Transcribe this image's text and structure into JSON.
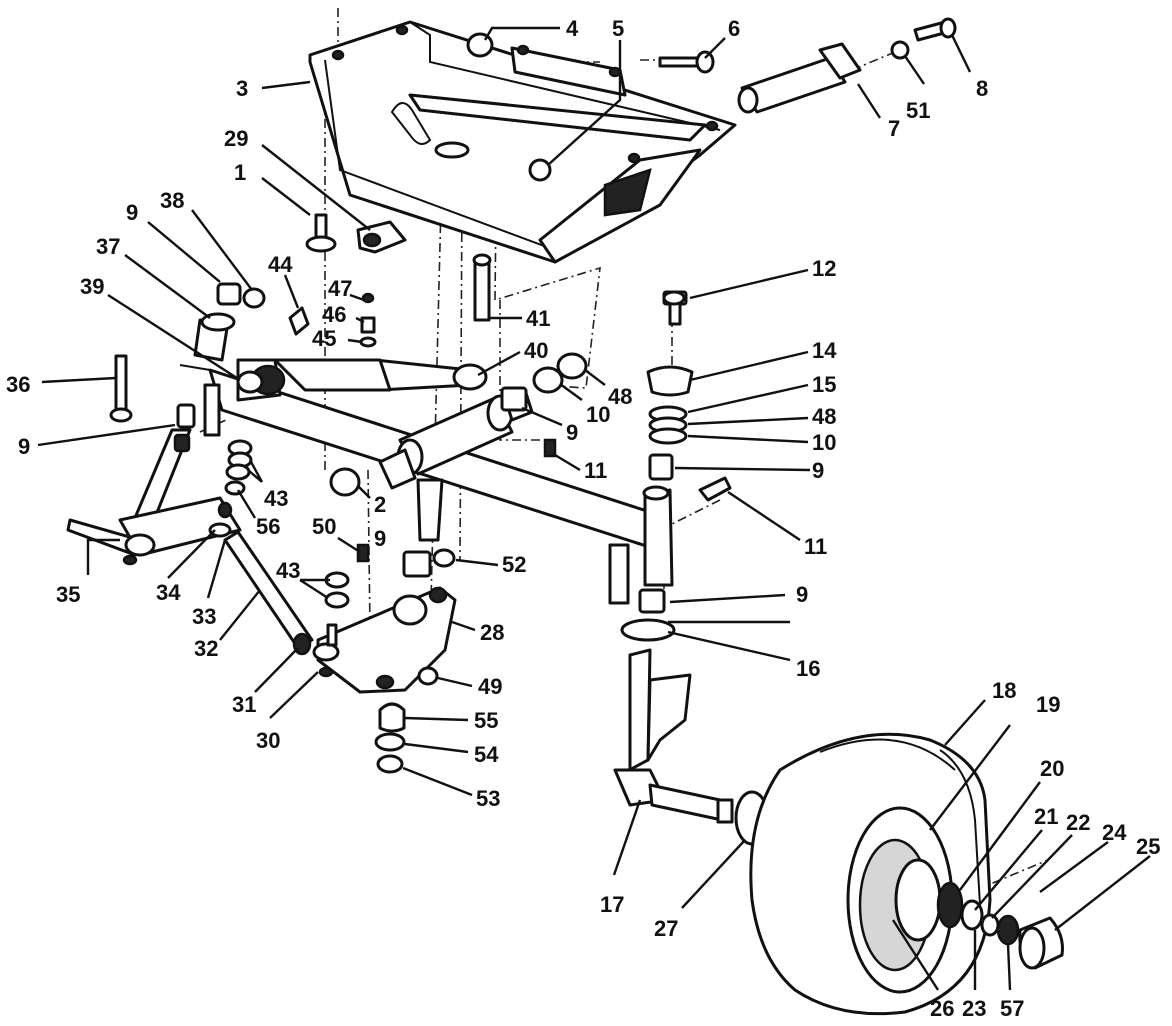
{
  "callouts": [
    {
      "id": "4",
      "label": "4"
    },
    {
      "id": "5",
      "label": "5"
    },
    {
      "id": "6",
      "label": "6"
    },
    {
      "id": "3",
      "label": "3"
    },
    {
      "id": "8",
      "label": "8"
    },
    {
      "id": "51",
      "label": "51"
    },
    {
      "id": "7",
      "label": "7"
    },
    {
      "id": "29",
      "label": "29"
    },
    {
      "id": "1",
      "label": "1"
    },
    {
      "id": "9a",
      "label": "9"
    },
    {
      "id": "38",
      "label": "38"
    },
    {
      "id": "37",
      "label": "37"
    },
    {
      "id": "44",
      "label": "44"
    },
    {
      "id": "47",
      "label": "47"
    },
    {
      "id": "12",
      "label": "12"
    },
    {
      "id": "39",
      "label": "39"
    },
    {
      "id": "46",
      "label": "46"
    },
    {
      "id": "41",
      "label": "41"
    },
    {
      "id": "45",
      "label": "45"
    },
    {
      "id": "40",
      "label": "40"
    },
    {
      "id": "14",
      "label": "14"
    },
    {
      "id": "36",
      "label": "36"
    },
    {
      "id": "48a",
      "label": "48"
    },
    {
      "id": "10a",
      "label": "10"
    },
    {
      "id": "15",
      "label": "15"
    },
    {
      "id": "9b",
      "label": "9"
    },
    {
      "id": "48b",
      "label": "48"
    },
    {
      "id": "9c",
      "label": "9"
    },
    {
      "id": "10b",
      "label": "10"
    },
    {
      "id": "11a",
      "label": "11"
    },
    {
      "id": "9d",
      "label": "9"
    },
    {
      "id": "43a",
      "label": "43"
    },
    {
      "id": "2",
      "label": "2"
    },
    {
      "id": "56",
      "label": "56"
    },
    {
      "id": "11b",
      "label": "11"
    },
    {
      "id": "50",
      "label": "50"
    },
    {
      "id": "9e",
      "label": "9"
    },
    {
      "id": "52",
      "label": "52"
    },
    {
      "id": "35",
      "label": "35"
    },
    {
      "id": "34",
      "label": "34"
    },
    {
      "id": "33",
      "label": "33"
    },
    {
      "id": "43b",
      "label": "43"
    },
    {
      "id": "9f",
      "label": "9"
    },
    {
      "id": "32",
      "label": "32"
    },
    {
      "id": "28",
      "label": "28"
    },
    {
      "id": "16",
      "label": "16"
    },
    {
      "id": "49",
      "label": "49"
    },
    {
      "id": "31",
      "label": "31"
    },
    {
      "id": "18",
      "label": "18"
    },
    {
      "id": "19",
      "label": "19"
    },
    {
      "id": "55",
      "label": "55"
    },
    {
      "id": "30",
      "label": "30"
    },
    {
      "id": "54",
      "label": "54"
    },
    {
      "id": "20",
      "label": "20"
    },
    {
      "id": "53",
      "label": "53"
    },
    {
      "id": "21",
      "label": "21"
    },
    {
      "id": "22",
      "label": "22"
    },
    {
      "id": "24",
      "label": "24"
    },
    {
      "id": "25",
      "label": "25"
    },
    {
      "id": "17",
      "label": "17"
    },
    {
      "id": "27",
      "label": "27"
    },
    {
      "id": "26",
      "label": "26"
    },
    {
      "id": "23",
      "label": "23"
    },
    {
      "id": "57",
      "label": "57"
    }
  ]
}
